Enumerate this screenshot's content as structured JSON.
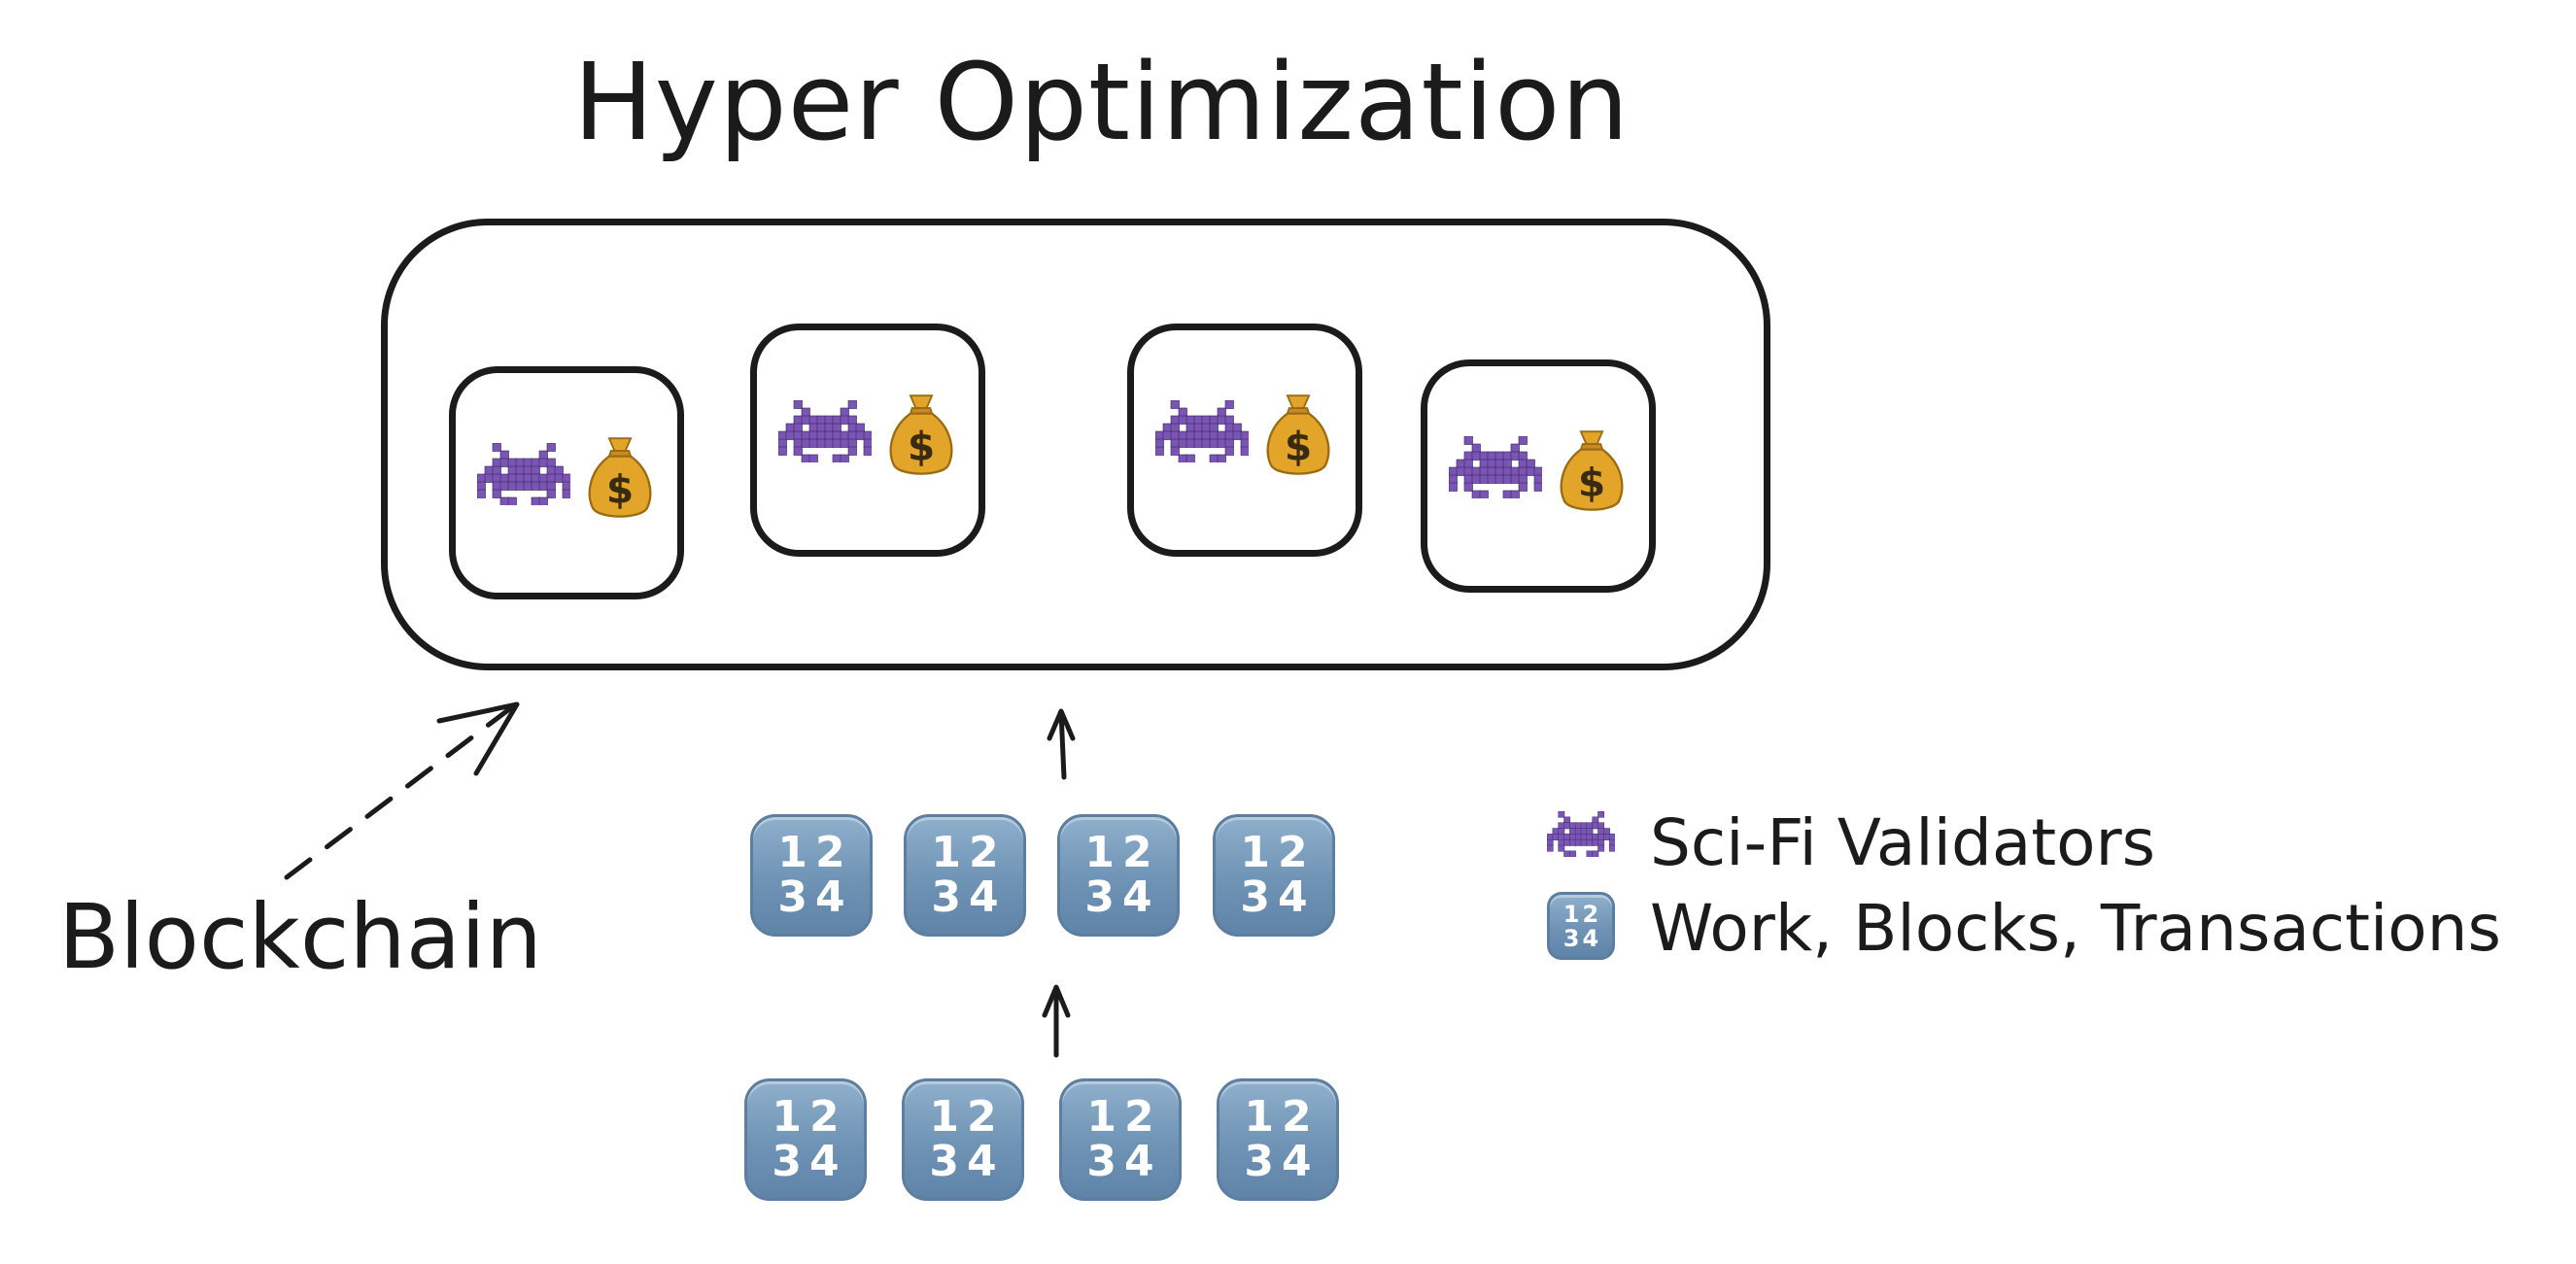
{
  "title": "Hyper Optimization",
  "blockchain_label": "Blockchain",
  "validator_groups": [
    {
      "icons": [
        "alien-monster-icon",
        "money-bag-icon"
      ]
    },
    {
      "icons": [
        "alien-monster-icon",
        "money-bag-icon"
      ]
    },
    {
      "icons": [
        "alien-monster-icon",
        "money-bag-icon"
      ]
    },
    {
      "icons": [
        "alien-monster-icon",
        "money-bag-icon"
      ]
    }
  ],
  "work_tile": {
    "top_digits": "12",
    "bottom_digits": "34",
    "icon": "input-numbers-icon"
  },
  "legend": {
    "validators_label": "Sci-Fi Validators",
    "work_label": "Work, Blocks, Transactions"
  },
  "colors": {
    "ink": "#1b1b1b",
    "tile_blue": "#7096b8",
    "alien_purple": "#7b55b5",
    "bag_gold": "#e2a52a"
  }
}
